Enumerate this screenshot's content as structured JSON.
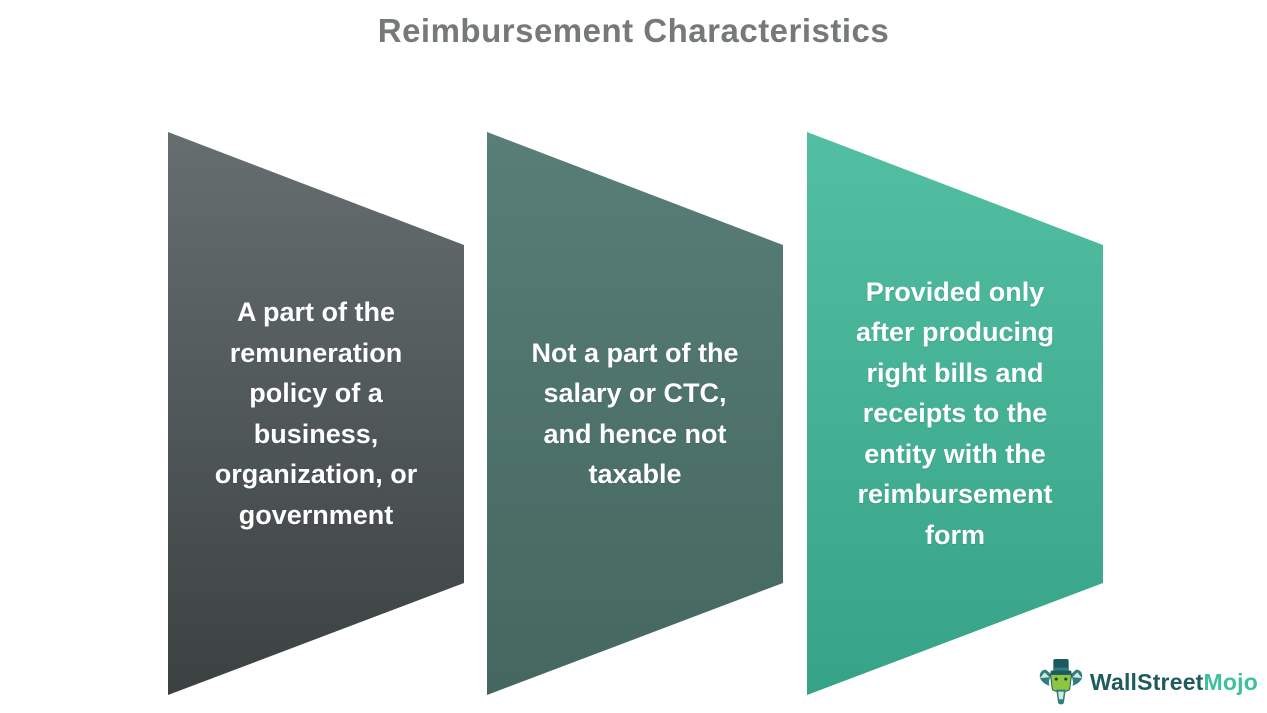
{
  "title": "Reimbursement Characteristics",
  "cards": [
    {
      "text": "A part of the\nremuneration\npolicy of a\nbusiness,\norganization, or\ngovernment",
      "gradient_top": "#666e70",
      "gradient_bottom": "#3b4141"
    },
    {
      "text": "Not a part of the\nsalary or CTC,\nand hence not\ntaxable",
      "gradient_top": "#587e77",
      "gradient_bottom": "#44675f"
    },
    {
      "text": "Provided only\nafter producing\nright bills and\nreceipts to the\nentity with the\nreimbursement\nform",
      "gradient_top": "#52bfa2",
      "gradient_bottom": "#36a287"
    }
  ],
  "logo": {
    "brand_primary": "WallStreet",
    "brand_secondary": "Mojo",
    "primary_color": "#1d5b5f",
    "secondary_color": "#3ebf9e",
    "icon": "bull-mascot-icon"
  }
}
